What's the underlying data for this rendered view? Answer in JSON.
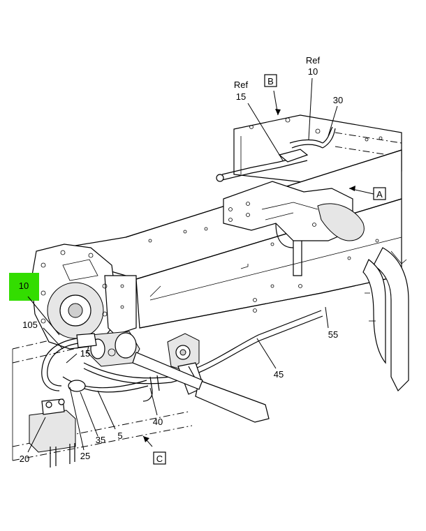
{
  "callouts": {
    "ref15_ref": "Ref",
    "ref15_num": "15",
    "ref10_ref": "Ref",
    "ref10_num": "10",
    "c30": "30",
    "c55": "55",
    "c45": "45",
    "c40": "40",
    "c5": "5",
    "c35": "35",
    "c25": "25",
    "c20": "20",
    "c105": "105",
    "c15": "15",
    "highlight_10": "10"
  },
  "view_markers": {
    "a": "A",
    "b": "B",
    "c": "C"
  },
  "colors": {
    "highlight": "#33dd00",
    "line": "#000000",
    "background": "#ffffff"
  }
}
